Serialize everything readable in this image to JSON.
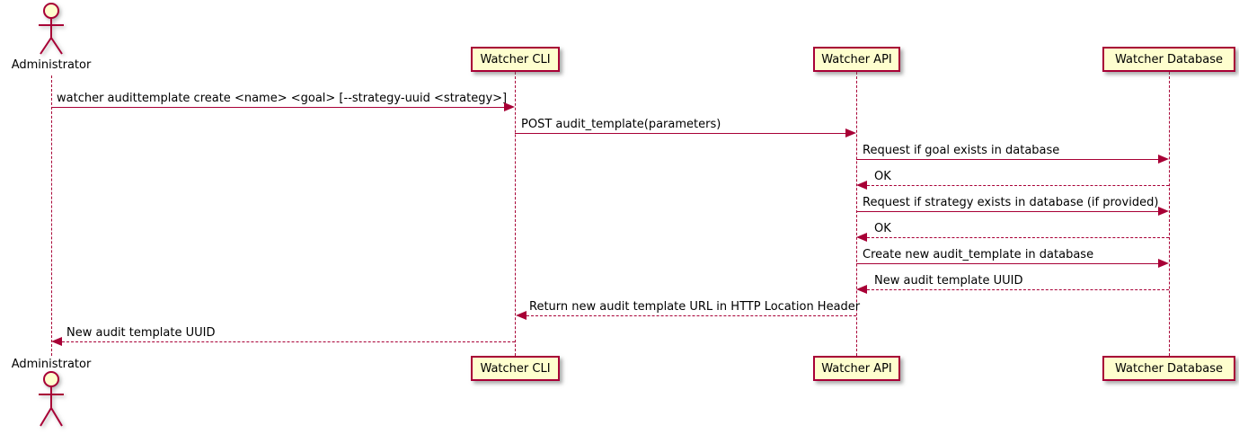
{
  "diagram": {
    "type": "uml-sequence-diagram",
    "colors": {
      "accent": "#A80036",
      "participant_fill": "#FEFECE",
      "text": "#000000"
    },
    "actor": {
      "name": "Administrator",
      "icon": "stick-figure-actor-icon"
    },
    "participants": [
      {
        "name": "Watcher CLI"
      },
      {
        "name": "Watcher API"
      },
      {
        "name": "Watcher Database"
      }
    ],
    "messages": [
      {
        "from": "Administrator",
        "to": "Watcher CLI",
        "line": "solid",
        "label": "watcher audittemplate create <name> <goal> [--strategy-uuid <strategy>]"
      },
      {
        "from": "Watcher CLI",
        "to": "Watcher API",
        "line": "solid",
        "label": "POST audit_template(parameters)"
      },
      {
        "from": "Watcher API",
        "to": "Watcher Database",
        "line": "solid",
        "label": "Request if goal exists in database"
      },
      {
        "from": "Watcher Database",
        "to": "Watcher API",
        "line": "dashed",
        "label": "OK"
      },
      {
        "from": "Watcher API",
        "to": "Watcher Database",
        "line": "solid",
        "label": "Request if strategy exists in database (if provided)"
      },
      {
        "from": "Watcher Database",
        "to": "Watcher API",
        "line": "dashed",
        "label": "OK"
      },
      {
        "from": "Watcher API",
        "to": "Watcher Database",
        "line": "solid",
        "label": "Create new audit_template in database"
      },
      {
        "from": "Watcher Database",
        "to": "Watcher API",
        "line": "dashed",
        "label": "New audit template UUID"
      },
      {
        "from": "Watcher API",
        "to": "Watcher CLI",
        "line": "dashed",
        "label": "Return new audit template URL in HTTP Location Header"
      },
      {
        "from": "Watcher CLI",
        "to": "Administrator",
        "line": "dashed",
        "label": "New audit template UUID"
      }
    ]
  }
}
